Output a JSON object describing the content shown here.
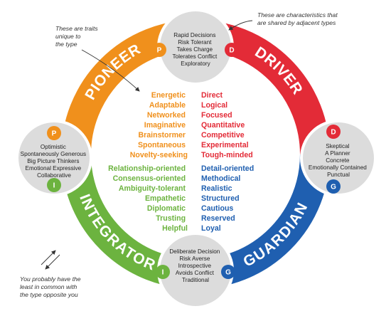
{
  "colors": {
    "pioneer": "#f0901c",
    "driver": "#e32b37",
    "guardian": "#1f5fb0",
    "integrator": "#6cb33f",
    "node": "#dcdcdc",
    "arrow": "#333333"
  },
  "arcs": {
    "pioneer": "PIONEER",
    "driver": "DRIVER",
    "guardian": "GUARDIAN",
    "integrator": "INTEGRATOR"
  },
  "nodes": {
    "top": {
      "badges": [
        "P",
        "D"
      ],
      "lines": [
        "Rapid Decisions",
        "Risk Tolerant",
        "Takes Charge",
        "Tolerates Conflict",
        "Exploratory"
      ]
    },
    "right": {
      "badges": [
        "D",
        "G"
      ],
      "lines": [
        "Skeptical",
        "A Planner",
        "Concrete",
        "Emotionally Contained",
        "Punctual"
      ]
    },
    "bottom": {
      "badges": [
        "I",
        "G"
      ],
      "lines": [
        "Deliberate Decision",
        "Risk Averse",
        "Introspective",
        "Avoids Conflict",
        "Traditional"
      ]
    },
    "left": {
      "badges": [
        "P",
        "I"
      ],
      "lines": [
        "Optimistic",
        "Spontaneously Generous",
        "Big Picture Thinkers",
        "Emotional Expressive",
        "Collaborative"
      ]
    }
  },
  "traits": {
    "pioneer": [
      "Energetic",
      "Adaptable",
      "Networked",
      "Imaginative",
      "Brainstormer",
      "Spontaneous",
      "Novelty-seeking"
    ],
    "driver": [
      "Direct",
      "Logical",
      "Focused",
      "Quantitative",
      "Competitive",
      "Experimental",
      "Tough-minded"
    ],
    "integrator": [
      "Relationship-oriented",
      "Consensus-oriented",
      "Ambiguity-tolerant",
      "Empathetic",
      "Diplomatic",
      "Trusting",
      "Helpful"
    ],
    "guardian": [
      "Detail-oriented",
      "Methodical",
      "Realistic",
      "Structured",
      "Cautious",
      "Reserved",
      "Loyal"
    ]
  },
  "notes": {
    "unique": [
      "These are traits",
      "unique to",
      "the type"
    ],
    "shared": [
      "These are characteristics that",
      "are shared by adjacent types"
    ],
    "opposite": [
      "You probably have the",
      "least in common with",
      "the type opposite you"
    ]
  }
}
